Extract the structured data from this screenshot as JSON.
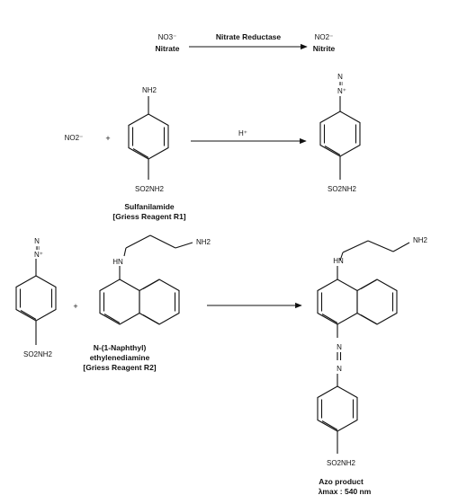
{
  "step1": {
    "reactant_formula": "NO3⁻",
    "reactant_name": "Nitrate",
    "enzyme": "Nitrate Reductase",
    "product_formula": "NO2⁻",
    "product_name": "Nitrite"
  },
  "step2": {
    "nitrite": "NO2⁻",
    "plus": "+",
    "amine_group": "NH2",
    "sulfonamide_group": "SO2NH2",
    "reagent_name": "Sulfanilamide",
    "reagent_label": "[Griess Reagent R1]",
    "condition": "H⁺",
    "diazo_n1": "N",
    "diazo_triple": "≡",
    "diazo_n2": "N⁺",
    "product_group": "SO2NH2"
  },
  "step3": {
    "diazo_n1": "N",
    "diazo_triple": "≡",
    "diazo_n2": "N⁺",
    "diazo_group": "SO2NH2",
    "plus": "+",
    "amine_nh": "HN",
    "amine_nh2": "NH2",
    "reagent_name_1": "N-(1-Naphthyl)",
    "reagent_name_2": "ethylenediamine",
    "reagent_label": "[Griess Reagent R2]",
    "azo_nh": "HN",
    "azo_nh2": "NH2",
    "azo_n1": "N",
    "azo_n2": "N",
    "azo_group": "SO2NH2",
    "product_name": "Azo product",
    "lambda_max": "λmax : 540 nm"
  }
}
